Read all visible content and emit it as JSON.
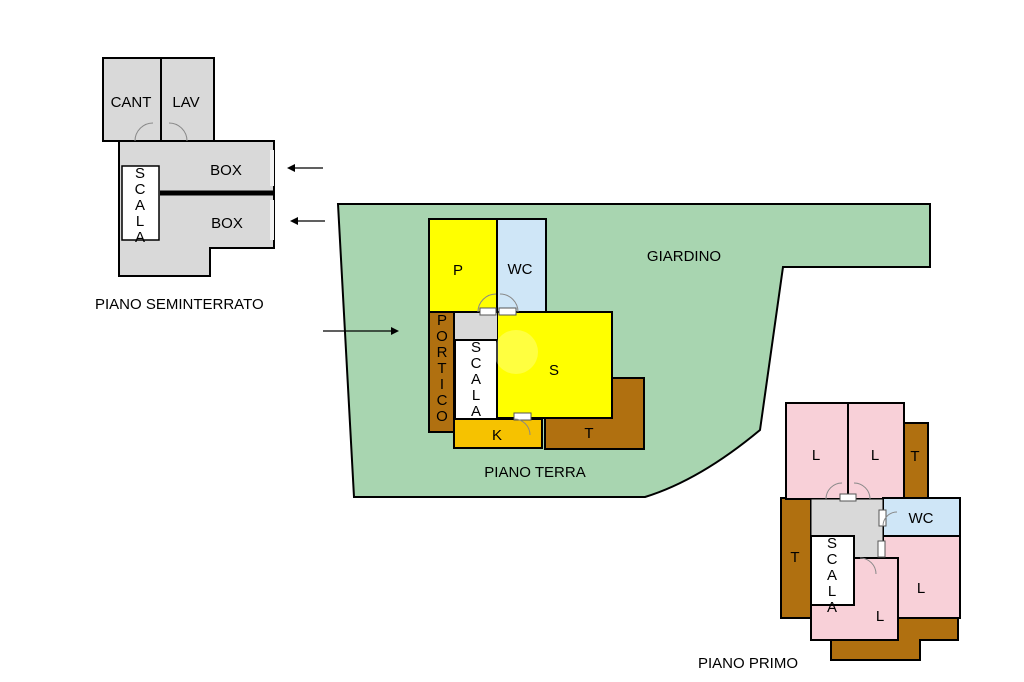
{
  "colors": {
    "gray": "#d9d9d9",
    "garden": "#a8d5b0",
    "yellow": "#ffff00",
    "gold": "#f6c200",
    "brown": "#b07010",
    "lightblue": "#cfe6f7",
    "pink": "#f8d0d8",
    "white": "#ffffff"
  },
  "basement": {
    "title": "PIANO SEMINTERRATO",
    "rooms": {
      "cant": "CANT",
      "lav": "LAV",
      "box1": "BOX",
      "box2": "BOX"
    },
    "stair": [
      "S",
      "C",
      "A",
      "L",
      "A"
    ]
  },
  "ground": {
    "title": "PIANO TERRA",
    "garden": "GIARDINO",
    "rooms": {
      "p": "P",
      "wc": "WC",
      "s": "S",
      "k": "K",
      "t": "T"
    },
    "portico": [
      "P",
      "O",
      "R",
      "T",
      "I",
      "C",
      "O"
    ],
    "stair": [
      "S",
      "C",
      "A",
      "L",
      "A"
    ]
  },
  "first": {
    "title": "PIANO PRIMO",
    "rooms": {
      "l1": "L",
      "l2": "L",
      "t1": "T",
      "wc": "WC",
      "t2": "T",
      "l3": "L",
      "l4": "L"
    },
    "stair": [
      "S",
      "C",
      "A",
      "L",
      "A"
    ]
  }
}
